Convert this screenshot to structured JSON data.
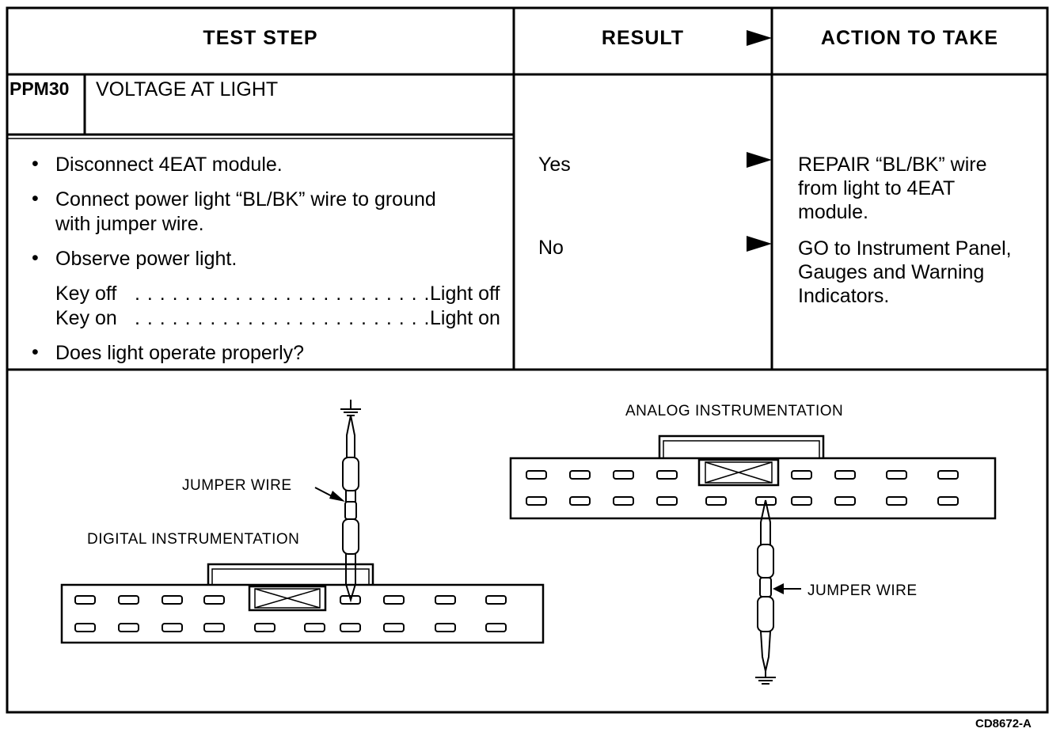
{
  "header": {
    "test_step": "TEST STEP",
    "result": "RESULT",
    "action": "ACTION TO TAKE"
  },
  "step": {
    "id": "PPM30",
    "title": "VOLTAGE AT LIGHT",
    "instructions": [
      "Disconnect 4EAT module.",
      "Connect power light “BL/BK” wire to ground",
      "with jumper wire.",
      "Observe power light."
    ],
    "key_off": {
      "label": "Key off",
      "dots": ". . . . . . . . . . . . . . . . . . . . . . . .",
      "value": "Light off"
    },
    "key_on": {
      "label": "Key on",
      "dots": ". . . . . . . . . . . . . . . . . . . . . . . .",
      "value": "Light on"
    },
    "question": "Does light operate properly?"
  },
  "results": [
    {
      "result": "Yes",
      "action": [
        "REPAIR “BL/BK” wire",
        "from light to 4EAT",
        "module."
      ]
    },
    {
      "result": "No",
      "action": [
        "GO to Instrument Panel,",
        "Gauges and Warning",
        "Indicators."
      ]
    }
  ],
  "diagram": {
    "analog_label": "ANALOG INSTRUMENTATION",
    "digital_label": "DIGITAL INSTRUMENTATION",
    "jumper_label_left": "JUMPER WIRE",
    "jumper_label_right": "JUMPER WIRE"
  },
  "figure_code": "CD8672-A"
}
